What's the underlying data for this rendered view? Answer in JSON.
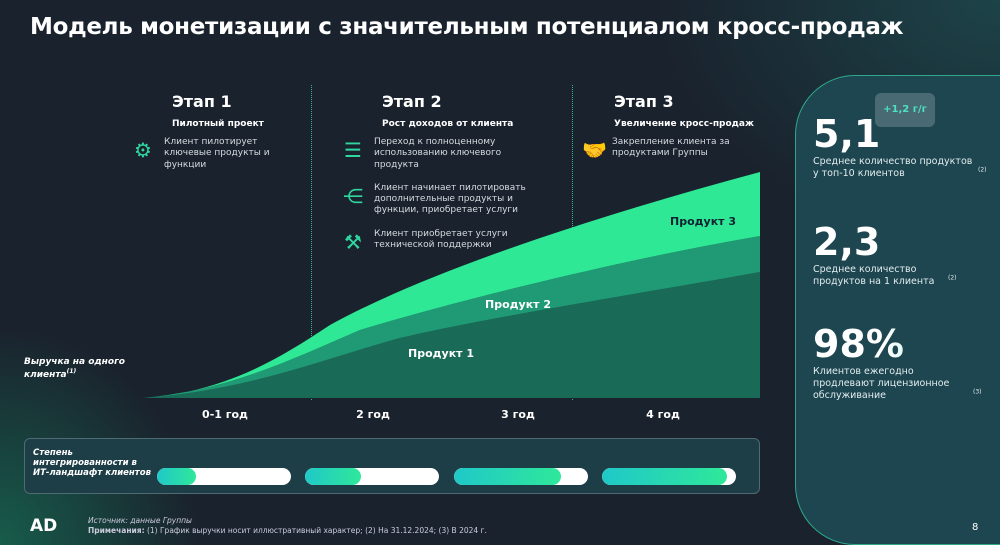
{
  "title": "Модель монетизации с значительным потенциалом кросс-продаж",
  "stages": [
    {
      "title": "Этап 1",
      "subtitle": "Пилотный проект",
      "items": [
        {
          "icon": "gear-icon",
          "text": "Клиент пилотирует ключевые продукты и функции"
        }
      ]
    },
    {
      "title": "Этап 2",
      "subtitle": "Рост доходов от клиента",
      "items": [
        {
          "icon": "server-icon",
          "text": "Переход к полноценному использованию ключевого продукта"
        },
        {
          "icon": "network-icon",
          "text": "Клиент начинает пилотировать дополнительные продукты и функции, приобретает услуги"
        },
        {
          "icon": "support-engineer-icon",
          "text": "Клиент приобретает услуги технической поддержки"
        }
      ]
    },
    {
      "title": "Этап 3",
      "subtitle": "Увеличение кросс-продаж",
      "items": [
        {
          "icon": "handshake-icon",
          "text": "Закрепление клиента за продуктами Группы"
        }
      ]
    }
  ],
  "chart_data": {
    "type": "area",
    "ylabel": "Выручка на одного клиента",
    "ylabel_note": "(1)",
    "categories": [
      "0-1 год",
      "2 год",
      "3 год",
      "4 год"
    ],
    "series": [
      {
        "name": "Продукт 1"
      },
      {
        "name": "Продукт 2"
      },
      {
        "name": "Продукт 3"
      }
    ]
  },
  "integration": {
    "label": "Степень интегрированности в ИТ-ландшафт клиентов",
    "levels": [
      0.29,
      0.42,
      0.8,
      0.93
    ]
  },
  "stats": [
    {
      "value": "5,1",
      "desc": "Среднее количество продуктов у топ-10 клиентов",
      "note": "(2)",
      "badge": "+1,2 г/г"
    },
    {
      "value": "2,3",
      "desc": "Среднее количество продуктов на 1 клиента",
      "note": "(2)"
    },
    {
      "value": "98%",
      "desc": "Клиентов ежегодно продлевают лицензионное обслуживание",
      "note": "(3)"
    }
  ],
  "footer": {
    "logo": "AD",
    "source": "Источник: данные Группы",
    "notes_label": "Примечания:",
    "notes": " (1) График выручки носит иллюстративный характер; (2) На 31.12.2024; (3) В 2024 г.",
    "page": "8"
  },
  "colors": {
    "accent": "#2fe89a",
    "panel": "#1d4650",
    "bg": "#1a222d"
  }
}
